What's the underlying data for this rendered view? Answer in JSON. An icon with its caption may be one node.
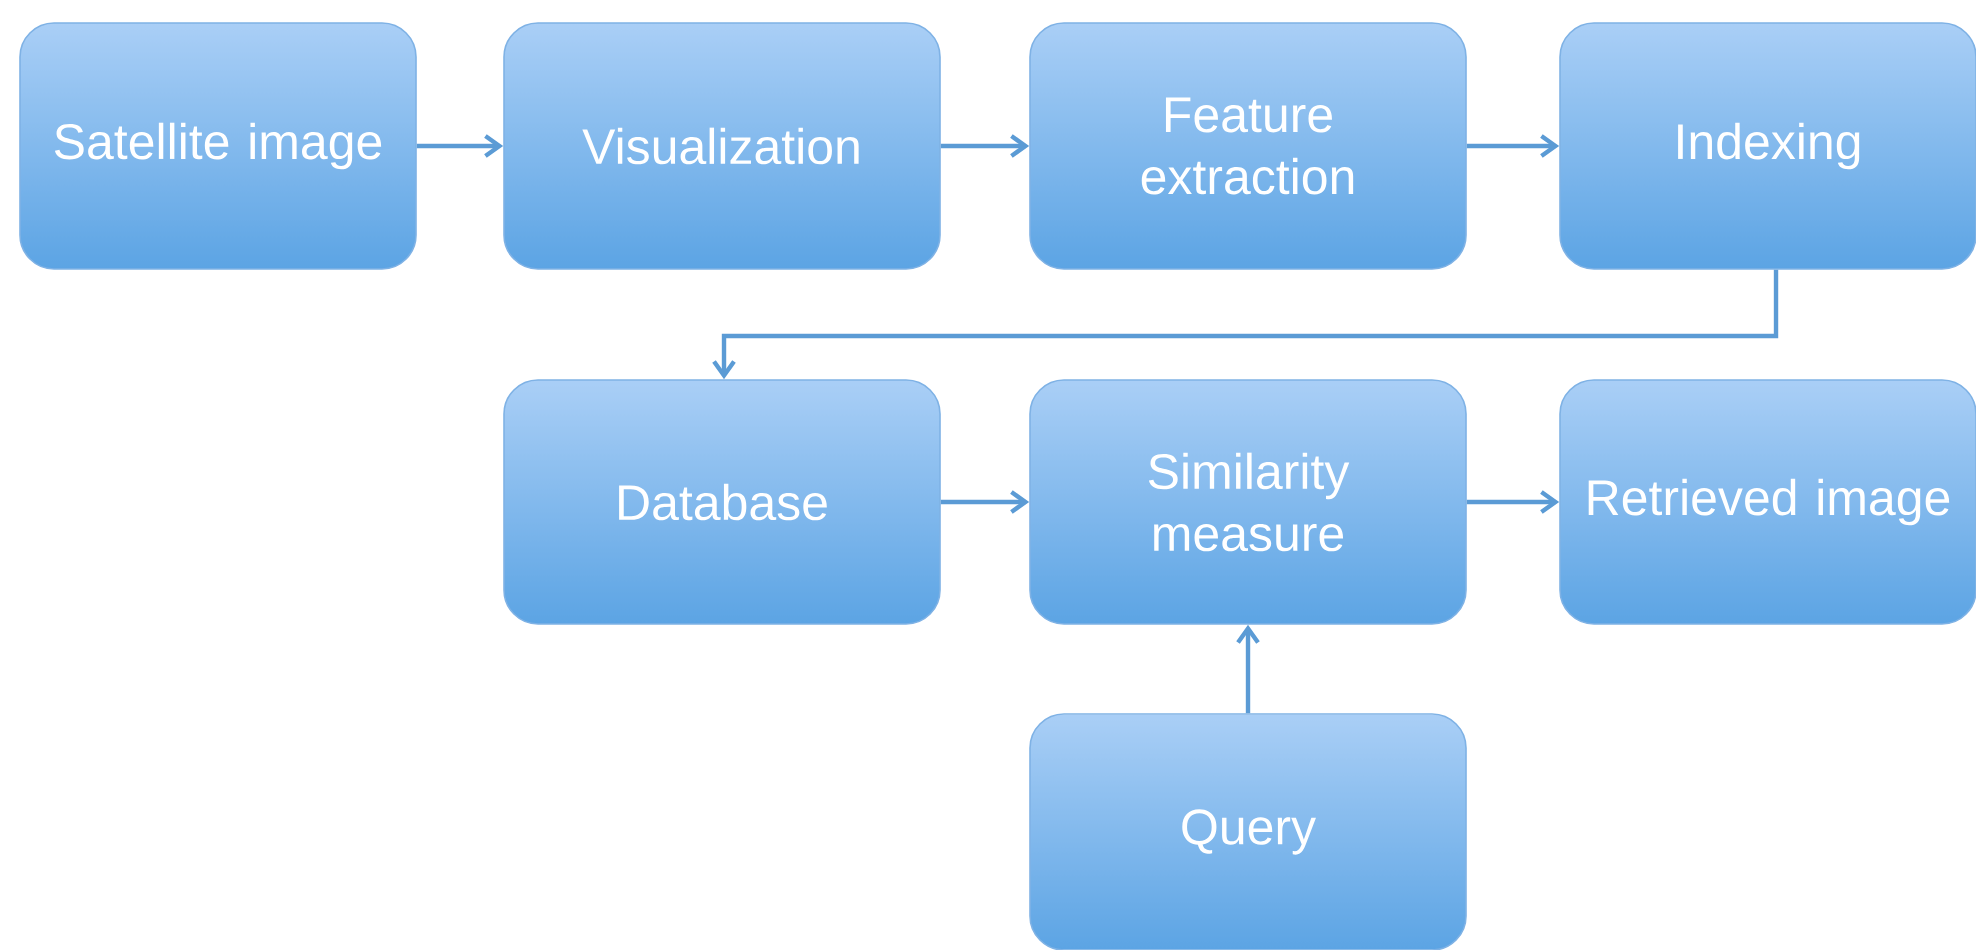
{
  "diagram": {
    "nodes": [
      {
        "text": [
          "Satellite image"
        ]
      },
      {
        "text": [
          "Visualization"
        ]
      },
      {
        "text": [
          "Feature extraction"
        ]
      },
      {
        "text": [
          "Indexing"
        ]
      },
      {
        "text": [
          "Database"
        ]
      },
      {
        "text": [
          "Similarity measure"
        ]
      },
      {
        "text": [
          "Retrieved image"
        ]
      },
      {
        "text": [
          "Query"
        ]
      }
    ],
    "edges": [
      {
        "from": 0,
        "to": 1,
        "arrow": "to"
      },
      {
        "from": 1,
        "to": 2,
        "arrow": "to"
      },
      {
        "from": 2,
        "to": 3,
        "arrow": "to"
      },
      {
        "from": 3,
        "to": 4,
        "arrow": "to"
      },
      {
        "from": 4,
        "to": 5,
        "arrow": "to"
      },
      {
        "from": 5,
        "to": 6,
        "arrow": "to"
      },
      {
        "from": 7,
        "to": 5,
        "arrow": "to"
      }
    ]
  }
}
